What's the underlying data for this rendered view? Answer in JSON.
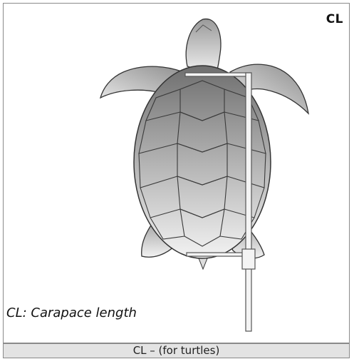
{
  "figure": {
    "code": "CL",
    "legend": "CL: Carapace length",
    "caption": "CL – (for turtles)"
  },
  "icons": {
    "subject": "sea-turtle-illustration",
    "measure": "caliper-icon"
  }
}
